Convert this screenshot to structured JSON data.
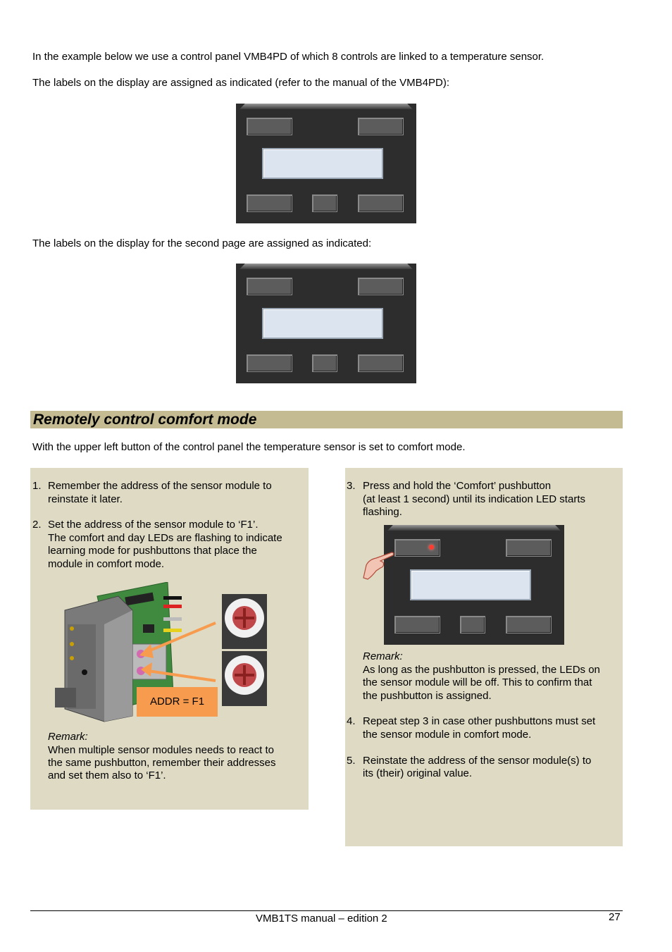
{
  "intro": {
    "line1": "In the example below we use a control panel VMB4PD of which 8 controls are linked to a temperature sensor.",
    "line2": "The labels on the display are assigned as indicated (refer to the manual of the VMB4PD):",
    "line3": "The labels on the display for the second page are assigned as indicated:"
  },
  "section": {
    "title": "Remotely control comfort mode",
    "intro": "With the upper left button of the control panel the temperature sensor is set to comfort mode."
  },
  "left_box": {
    "step1_num": "1.",
    "step1_a": "Remember the address of the sensor module to",
    "step1_b": "reinstate it later.",
    "step2_num": "2.",
    "step2_a": "Set the address of the sensor module to ‘F1’.",
    "step2_b": "The comfort and day LEDs are flashing to indicate",
    "step2_c": "learning mode for pushbuttons that place the",
    "step2_d": "module in comfort mode.",
    "addr_label": "ADDR = F1",
    "remark_title": "Remark:",
    "remark_a": "When multiple sensor modules needs to react to",
    "remark_b": "the same pushbutton, remember their addresses",
    "remark_c": "and set them also to ‘F1’."
  },
  "right_box": {
    "step3_num": "3.",
    "step3_a": "Press and hold the ‘Comfort’ pushbutton",
    "step3_b": "(at least 1 second) until its indication LED starts",
    "step3_c": "flashing.",
    "remark_title": "Remark:",
    "remark_a": "As long as the pushbutton is pressed, the LEDs on",
    "remark_b": "the sensor module will be off. This to confirm that",
    "remark_c": "the pushbutton is assigned.",
    "step4_num": "4.",
    "step4_a": "Repeat step 3 in case other pushbuttons must set",
    "step4_b": "the sensor module in comfort mode.",
    "step5_num": "5.",
    "step5_a": "Reinstate the address of the sensor module(s) to",
    "step5_b": "its (their) original value."
  },
  "footer": {
    "title": "VMB1TS manual – edition 2",
    "page": "27"
  },
  "colors": {
    "section_bar": "#c4bb93",
    "box_bg": "#dedac4",
    "addr_box": "#f79c4f",
    "panel": "#2d2d2d",
    "lcd": "#dbe4ef"
  },
  "icons": [
    "control-panel",
    "sensor-module",
    "rotary-switch",
    "arrow",
    "pointing-hand",
    "led-red"
  ]
}
